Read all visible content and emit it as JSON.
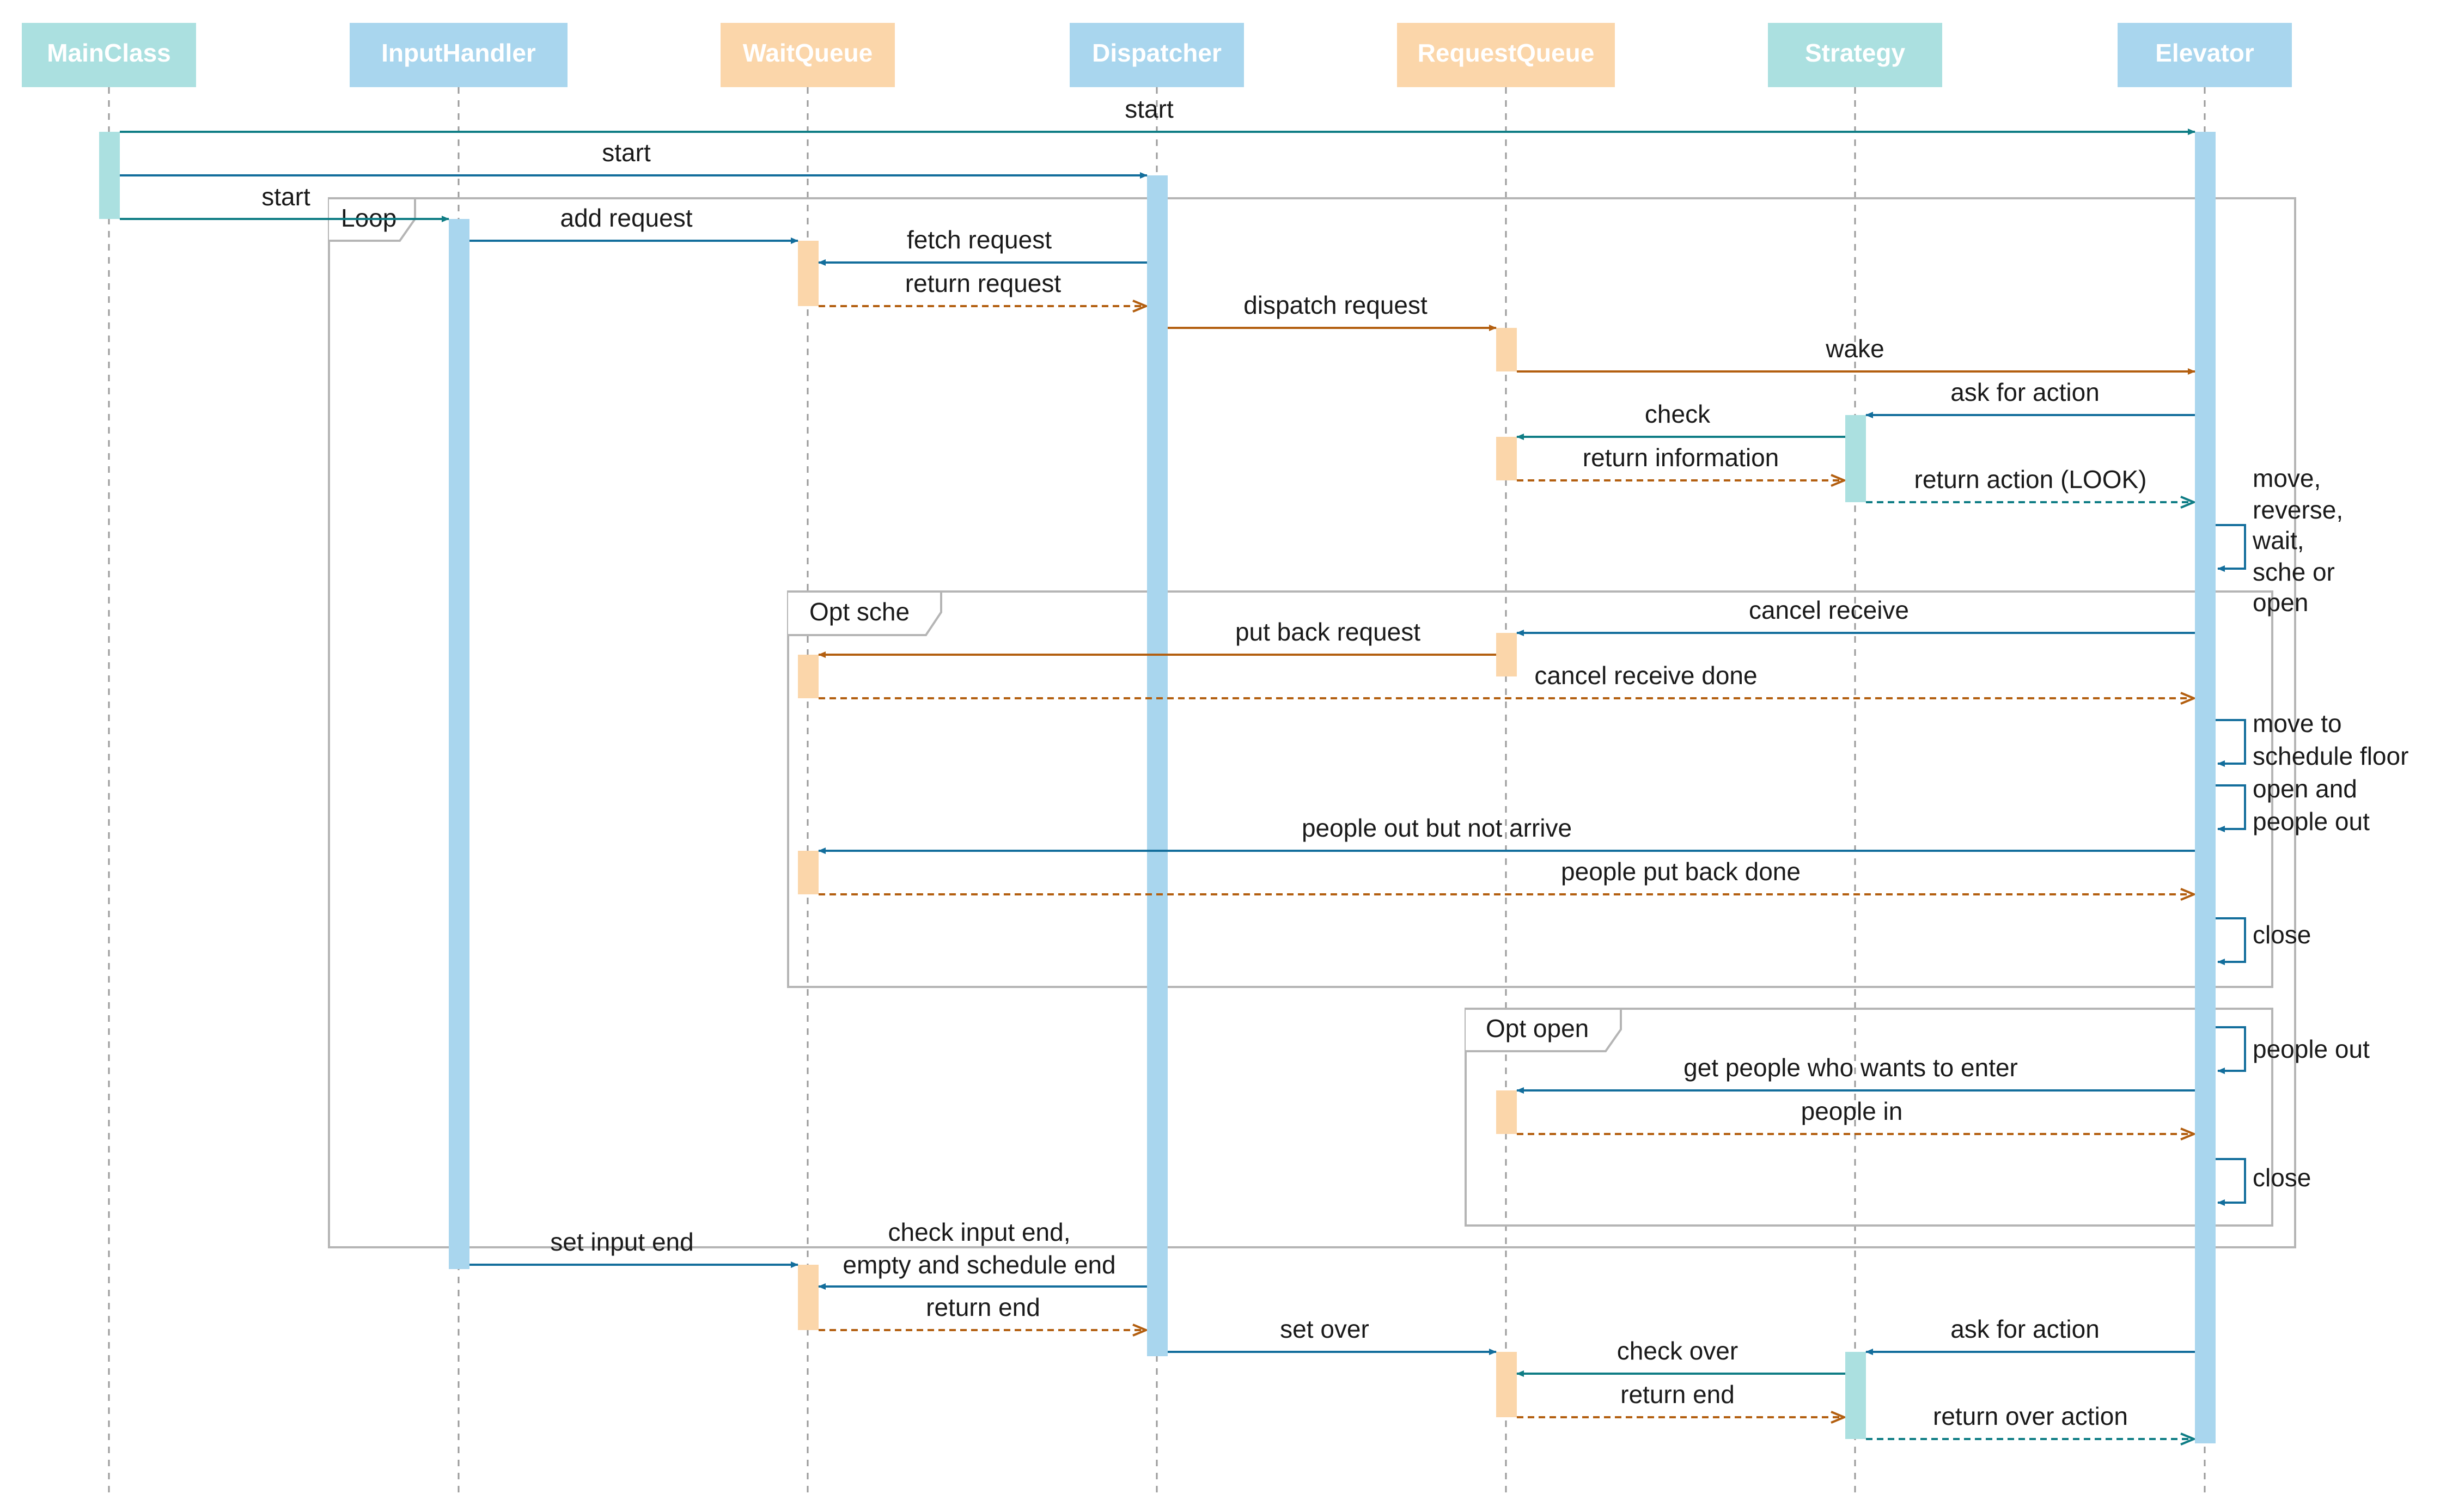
{
  "colors": {
    "teal": "#0f7d85",
    "blue": "#136e9c",
    "orange": "#b35f10",
    "header_cyan": "#abe0e0",
    "header_blue": "#a9d6ee",
    "header_orange": "#fbd6aa",
    "activation_blue": "#a9d6ee",
    "activation_cyan": "#abe0e0",
    "activation_orange": "#fbd6aa",
    "frame": "#b5b5b5",
    "lifeline": "#9a9a9a"
  },
  "participants": [
    {
      "id": "main",
      "label": "MainClass",
      "color": "header_cyan"
    },
    {
      "id": "input",
      "label": "InputHandler",
      "color": "header_blue"
    },
    {
      "id": "wait",
      "label": "WaitQueue",
      "color": "header_orange"
    },
    {
      "id": "disp",
      "label": "Dispatcher",
      "color": "header_blue"
    },
    {
      "id": "req",
      "label": "RequestQueue",
      "color": "header_orange"
    },
    {
      "id": "strat",
      "label": "Strategy",
      "color": "header_cyan"
    },
    {
      "id": "elev",
      "label": "Elevator",
      "color": "header_blue"
    }
  ],
  "frames": [
    {
      "id": "loop",
      "label": "Loop"
    },
    {
      "id": "opt-sche",
      "label": "Opt sche"
    },
    {
      "id": "opt-open",
      "label": "Opt open"
    }
  ],
  "messages": [
    {
      "from": "main",
      "to": "elev",
      "label": "start",
      "kind": "sync",
      "color": "teal"
    },
    {
      "from": "main",
      "to": "disp",
      "label": "start",
      "kind": "sync",
      "color": "blue"
    },
    {
      "from": "main",
      "to": "input",
      "label": "start",
      "kind": "sync",
      "color": "teal"
    },
    {
      "from": "input",
      "to": "wait",
      "label": "add request",
      "kind": "sync",
      "color": "blue"
    },
    {
      "from": "disp",
      "to": "wait",
      "label": "fetch request",
      "kind": "sync",
      "color": "blue"
    },
    {
      "from": "wait",
      "to": "disp",
      "label": "return request",
      "kind": "return",
      "color": "orange"
    },
    {
      "from": "disp",
      "to": "req",
      "label": "dispatch request",
      "kind": "sync",
      "color": "orange"
    },
    {
      "from": "req",
      "to": "elev",
      "label": "wake",
      "kind": "sync",
      "color": "orange"
    },
    {
      "from": "elev",
      "to": "strat",
      "label": "ask for action",
      "kind": "sync",
      "color": "blue"
    },
    {
      "from": "strat",
      "to": "req",
      "label": "check",
      "kind": "sync",
      "color": "teal"
    },
    {
      "from": "req",
      "to": "strat",
      "label": "return information",
      "kind": "return",
      "color": "orange"
    },
    {
      "from": "strat",
      "to": "elev",
      "label": "return action (LOOK)",
      "kind": "return",
      "color": "teal"
    },
    {
      "from": "elev",
      "to": "req",
      "label": "cancel receive",
      "kind": "sync",
      "color": "blue"
    },
    {
      "from": "req",
      "to": "wait",
      "label": "put back request",
      "kind": "sync",
      "color": "orange"
    },
    {
      "from": "wait",
      "to": "elev",
      "label": "cancel receive done",
      "kind": "return",
      "color": "orange"
    },
    {
      "from": "elev",
      "to": "wait",
      "label": "people out but not arrive",
      "kind": "sync",
      "color": "blue"
    },
    {
      "from": "wait",
      "to": "elev",
      "label": "people put back done",
      "kind": "return",
      "color": "orange"
    },
    {
      "from": "elev",
      "to": "req",
      "label": "get people who wants to enter",
      "kind": "sync",
      "color": "blue"
    },
    {
      "from": "req",
      "to": "elev",
      "label": "people in",
      "kind": "return",
      "color": "orange"
    },
    {
      "from": "input",
      "to": "wait",
      "label": "set input end",
      "kind": "sync",
      "color": "blue"
    },
    {
      "from": "disp",
      "to": "wait",
      "label": [
        "check input end,",
        "empty and schedule end"
      ],
      "kind": "sync",
      "color": "blue"
    },
    {
      "from": "wait",
      "to": "disp",
      "label": "return end",
      "kind": "return",
      "color": "orange"
    },
    {
      "from": "disp",
      "to": "req",
      "label": "set over",
      "kind": "sync",
      "color": "blue"
    },
    {
      "from": "elev",
      "to": "strat",
      "label": "ask for action",
      "kind": "sync",
      "color": "blue"
    },
    {
      "from": "strat",
      "to": "req",
      "label": "check over",
      "kind": "sync",
      "color": "teal"
    },
    {
      "from": "req",
      "to": "strat",
      "label": "return end",
      "kind": "return",
      "color": "orange"
    },
    {
      "from": "strat",
      "to": "elev",
      "label": "return over action",
      "kind": "return",
      "color": "teal"
    }
  ],
  "self_messages": [
    {
      "on": "elev",
      "lines": [
        "move,",
        "reverse,",
        "wait,",
        "sche or",
        "open"
      ]
    },
    {
      "on": "elev",
      "lines": [
        "move to",
        "schedule floor"
      ]
    },
    {
      "on": "elev",
      "lines": [
        "open and",
        "people out"
      ]
    },
    {
      "on": "elev",
      "lines": [
        "close"
      ]
    },
    {
      "on": "elev",
      "lines": [
        "people out"
      ]
    },
    {
      "on": "elev",
      "lines": [
        "close"
      ]
    }
  ]
}
